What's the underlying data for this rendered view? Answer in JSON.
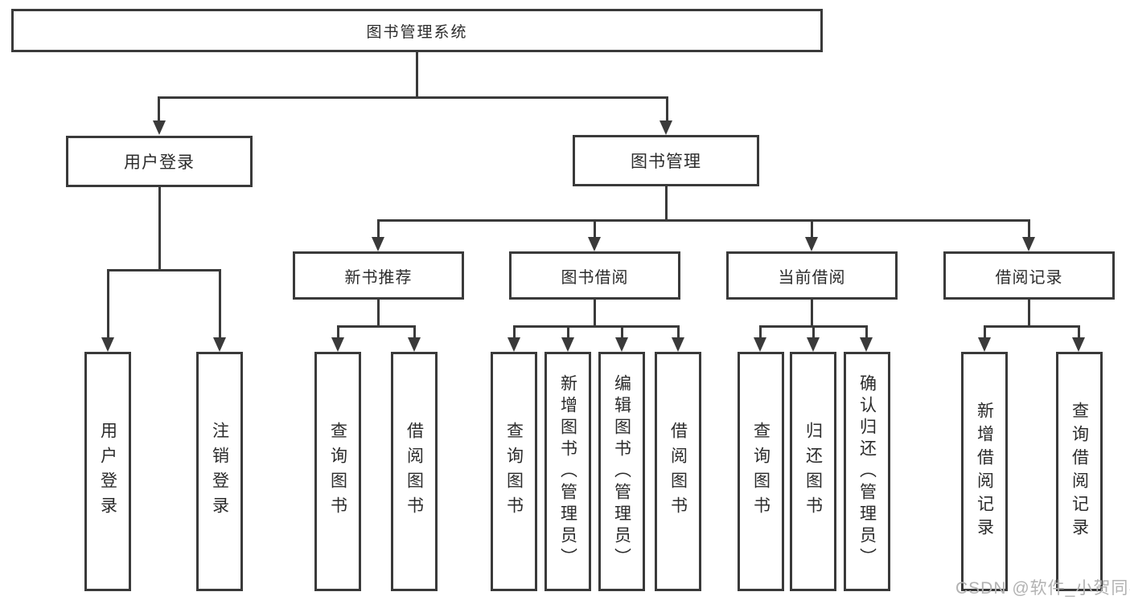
{
  "nodes": {
    "root": "图书管理系统",
    "user_login": "用户登录",
    "book_management": "图书管理",
    "new_book_recommend": "新书推荐",
    "book_borrowing": "图书借阅",
    "current_borrowing": "当前借阅",
    "borrow_records": "借阅记录"
  },
  "leaves": {
    "user_login": [
      "用户登录",
      "注销登录"
    ],
    "new_book_recommend": [
      "查询图书",
      "借阅图书"
    ],
    "book_borrowing": [
      "查询图书",
      "新增图书（管理员）",
      "编辑图书（管理员）",
      "借阅图书"
    ],
    "current_borrowing": [
      "查询图书",
      "归还图书",
      "确认归还（管理员）"
    ],
    "borrow_records": [
      "新增借阅记录",
      "查询借阅记录"
    ]
  },
  "watermark": "CSDN @软件_小贺同学",
  "colors": {
    "line": "#3a3a3a",
    "text": "#2b2b2b",
    "background": "#ffffff",
    "watermark": "#b2b2b2"
  }
}
